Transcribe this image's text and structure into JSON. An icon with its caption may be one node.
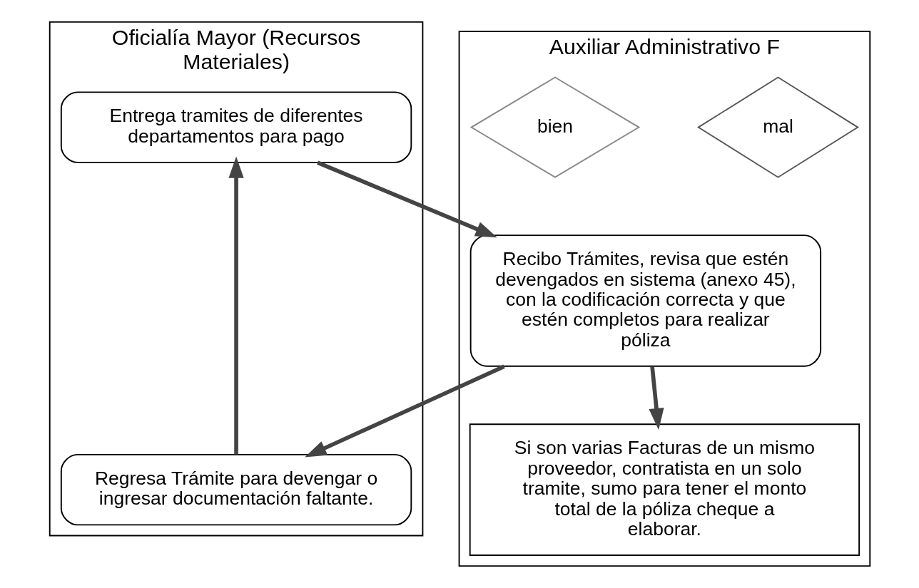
{
  "diagram": {
    "nodes": [
      {
        "text": [
          "Oficialía Mayor (Recursos Materiales)"
        ]
      },
      {
        "text": [
          "Entrega tramites de diferentes departamentos para pago"
        ],
        "in": 0
      },
      {
        "text": [
          "Regresa Trámite para devengar o ingresar documentación faltante."
        ],
        "in": 0
      },
      {
        "text": [
          "Auxiliar Administrativo F"
        ]
      },
      {
        "text": [
          "Recibo Trámites, revisa que estén devengados en sistema (anexo 45), con la codificación correcta y que estén completos para realizar póliza"
        ],
        "in": 3
      },
      {
        "text": [
          "mal"
        ],
        "in": 3
      },
      {
        "text": [
          "bien"
        ],
        "in": 3
      },
      {
        "text": [
          "Si son varias Facturas de un mismo proveedor, contratista en un solo tramite, sumo para tener el monto total de la póliza cheque a elaborar."
        ],
        "in": 3
      }
    ],
    "edges": [
      {
        "from": 1,
        "to": 4,
        "arrow": "to"
      },
      {
        "from": 4,
        "to": 2,
        "arrow": "to"
      },
      {
        "from": 2,
        "to": 1,
        "arrow": "to"
      },
      {
        "from": 4,
        "to": 7,
        "arrow": "to"
      }
    ]
  }
}
